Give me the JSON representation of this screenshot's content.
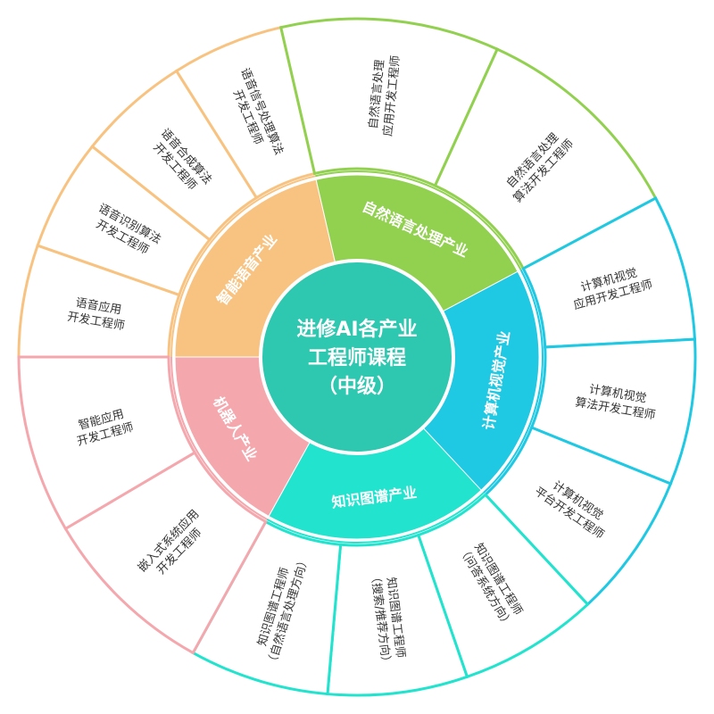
{
  "center": {
    "lines": [
      "进修AI各产业",
      "工程师课程",
      "（中级）"
    ],
    "color": "#2EC8B0"
  },
  "industries": [
    {
      "name": "智能语音产业",
      "color": "#F8C381",
      "start": 180,
      "end": 257,
      "jobs": [
        [
          "语音应用",
          "开发工程师"
        ],
        [
          "语音识别算法",
          "开发工程师"
        ],
        [
          "语音合成算法",
          "开发工程师"
        ],
        [
          "语音信号处理算法",
          "开发工程师"
        ]
      ]
    },
    {
      "name": "自然语言处理产业",
      "color": "#92D050",
      "start": 257,
      "end": 332,
      "jobs": [
        [
          "自然语言处理",
          "应用开发工程师"
        ],
        [
          "自然语言处理",
          "算法开发工程师"
        ]
      ]
    },
    {
      "name": "计算机视觉产业",
      "color": "#1FC8E3",
      "start": 332,
      "end": 407,
      "jobs": [
        [
          "计算机视觉",
          "应用开发工程师"
        ],
        [
          "计算机视觉",
          "算法开发工程师"
        ],
        [
          "计算机视觉",
          "平台开发工程师"
        ]
      ]
    },
    {
      "name": "知识图谱产业",
      "color": "#22E3CE",
      "start": 407,
      "end": 479,
      "jobs": [
        [
          "知识图谱工程师",
          "（问答系统方向）"
        ],
        [
          "知识图谱工程师",
          "（搜索/推荐方向）"
        ],
        [
          "知识图谱工程师",
          "（自然语言处理方向）"
        ]
      ]
    },
    {
      "name": "机器人产业",
      "color": "#F4A7AD",
      "start": 479,
      "end": 540,
      "jobs": [
        [
          "嵌入式系统应用",
          "开发工程师"
        ],
        [
          "智能应用",
          "开发工程师"
        ]
      ]
    }
  ]
}
